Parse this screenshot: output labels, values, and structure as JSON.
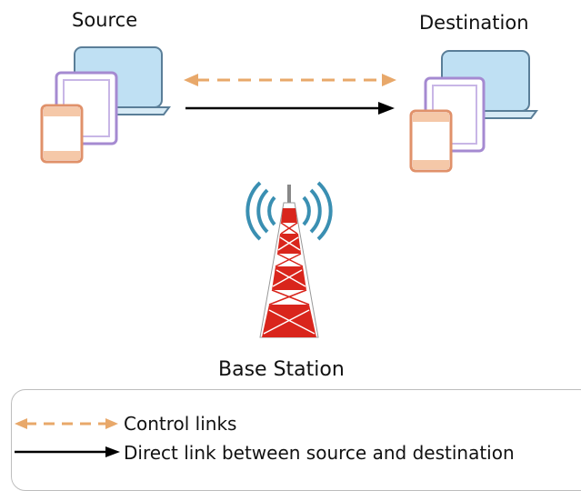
{
  "nodes": {
    "source_label": "Source",
    "destination_label": "Destination",
    "base_station_label": "Base Station"
  },
  "legend": {
    "control_links_label": "Control links",
    "direct_link_label": "Direct link between source and destination"
  },
  "colors": {
    "control_link": "#e8a86a",
    "direct_link": "#000000",
    "laptop_fill": "#bfe0f3",
    "laptop_stroke": "#5a7e98",
    "tablet_stroke": "#a58ad1",
    "phone_stroke": "#e0916a",
    "tower_red": "#d9251c",
    "signal_wave": "#3a8fb2"
  }
}
